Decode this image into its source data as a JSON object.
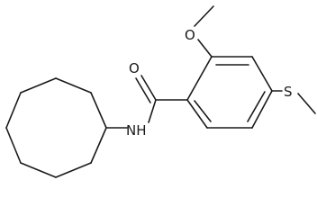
{
  "molecule": {
    "atoms": {
      "methoxy_oxygen": "O",
      "carbonyl_oxygen": "O",
      "amide_nitrogen": "NH",
      "sulfur": "S"
    }
  }
}
